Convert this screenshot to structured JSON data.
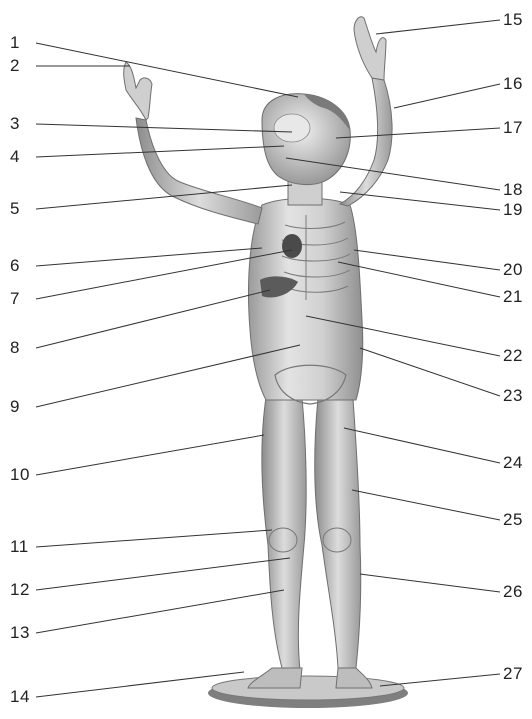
{
  "labels_left": [
    "1",
    "2",
    "3",
    "4",
    "5",
    "6",
    "7",
    "8",
    "9",
    "10",
    "11",
    "12",
    "13",
    "14"
  ],
  "labels_right": [
    "15",
    "16",
    "17",
    "18",
    "19",
    "20",
    "21",
    "22",
    "23",
    "24",
    "25",
    "26",
    "27"
  ],
  "colors": {
    "leader_line": "#333333",
    "figure_light": "#e6e6e6",
    "figure_mid": "#b9b9b9",
    "figure_dark": "#8a8a8a",
    "organ_dark": "#4a4a4a",
    "base": "#9c9c9c"
  }
}
